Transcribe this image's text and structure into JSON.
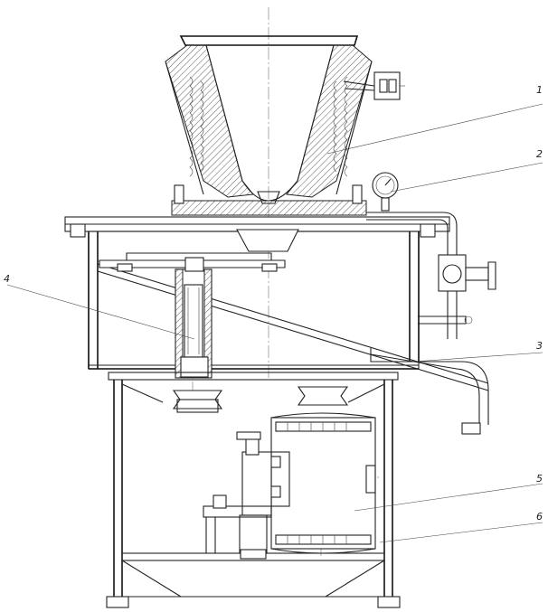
{
  "callouts": [
    {
      "id": "1",
      "label": "1"
    },
    {
      "id": "2",
      "label": "2"
    },
    {
      "id": "3",
      "label": "3"
    },
    {
      "id": "4",
      "label": "4"
    },
    {
      "id": "5",
      "label": "5"
    },
    {
      "id": "6",
      "label": "6"
    }
  ],
  "colors": {
    "line": "#222222",
    "background": "#ffffff"
  }
}
